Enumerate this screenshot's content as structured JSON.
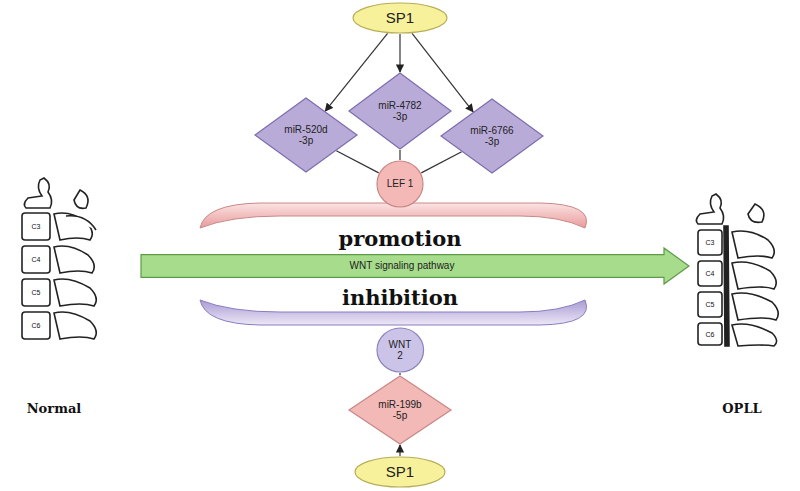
{
  "diagram": {
    "nodes": [
      {
        "text": [
          "SP1"
        ]
      },
      {
        "text": [
          "miR-520d -3p"
        ]
      },
      {
        "text": [
          "miR-4782 -3p"
        ]
      },
      {
        "text": [
          "miR-6766 -3p"
        ]
      },
      {
        "text": [
          "LEF 1"
        ]
      },
      {
        "text": [
          "WNT signaling pathway"
        ]
      },
      {
        "text": [
          "WNT 2"
        ]
      },
      {
        "text": [
          "miR-199b -5p"
        ]
      },
      {
        "text": [
          "SP1"
        ]
      }
    ],
    "edges": [
      {
        "from": 0,
        "to": 1,
        "arrow": "to"
      },
      {
        "from": 0,
        "to": 2,
        "arrow": "to"
      },
      {
        "from": 0,
        "to": 3,
        "arrow": "to"
      },
      {
        "from": 1,
        "to": 4,
        "arrow": "none"
      },
      {
        "from": 2,
        "to": 4,
        "arrow": "none"
      },
      {
        "from": 3,
        "to": 4,
        "arrow": "none"
      },
      {
        "from": 6,
        "to": 7,
        "arrow": "none"
      },
      {
        "from": 8,
        "to": 7,
        "arrow": "to"
      }
    ],
    "labels": [
      "promotion",
      "inhibition",
      "Normal",
      "OPLL",
      "C3",
      "C4",
      "C5",
      "C6",
      "C3",
      "C4",
      "C5",
      "C6"
    ]
  }
}
